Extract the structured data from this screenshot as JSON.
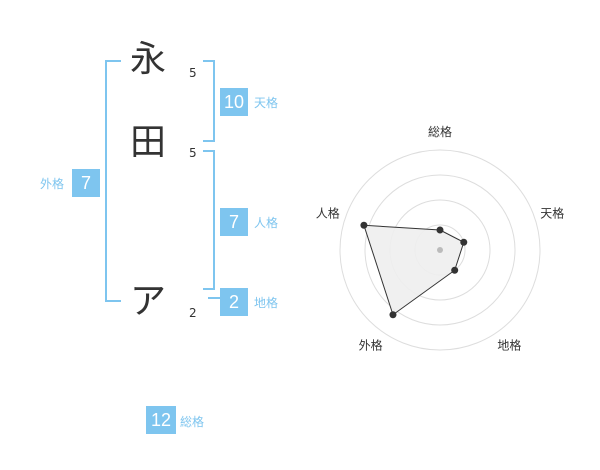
{
  "name": {
    "chars": [
      {
        "char": "永",
        "strokes": "5"
      },
      {
        "char": "田",
        "strokes": "5"
      },
      {
        "char": "ア",
        "strokes": "2"
      }
    ]
  },
  "kaku": {
    "tenkaku": {
      "value": "10",
      "label": "天格"
    },
    "jinkaku": {
      "value": "7",
      "label": "人格"
    },
    "chikaku": {
      "value": "2",
      "label": "地格"
    },
    "gaikaku": {
      "value": "7",
      "label": "外格"
    },
    "soukaku": {
      "value": "12",
      "label": "総格"
    }
  },
  "chart_data": {
    "type": "radar",
    "axes": [
      "総格",
      "天格",
      "地格",
      "外格",
      "人格"
    ],
    "values": [
      0.2,
      0.25,
      0.25,
      0.8,
      0.8
    ],
    "rings": 4,
    "max": 1,
    "colors": {
      "fill": "#eeeeee",
      "stroke": "#333333",
      "grid": "#dddddd",
      "center": "#bbbbbb"
    }
  }
}
